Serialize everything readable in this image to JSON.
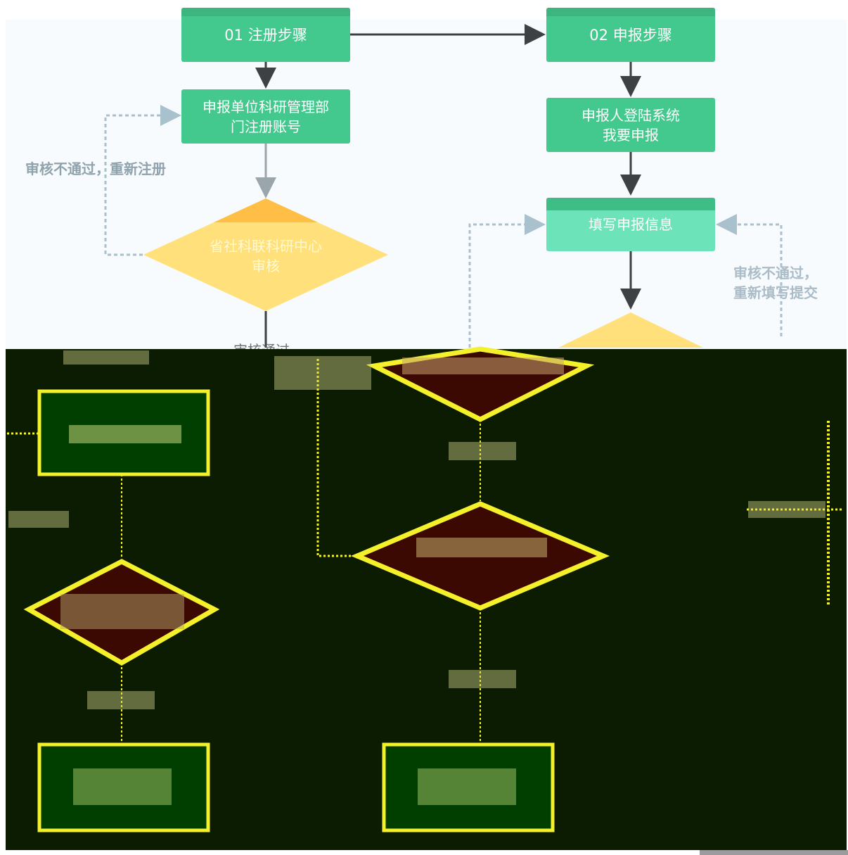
{
  "nodes": {
    "step1": "01 注册步骤",
    "step2": "02 申报步骤",
    "register_account": "申报单位科研管理部\n门注册账号",
    "login": "申报人登陆系统\n我要申报",
    "fill_info": "填写申报信息",
    "review_center": "省社科联科研中心\n审核"
  },
  "labels": {
    "reject_register": "审核不通过，重新注册",
    "reject_fill": "审核不通过，\n重新填写提交",
    "passed": "审核通过"
  },
  "colors": {
    "green": "#43c98d",
    "light_green": "#6ce3b8",
    "diamond": "#ffe07a",
    "diamond_top": "#ffbe45",
    "arrow": "#3d4143",
    "dashed": "#a9c1cc",
    "dark_bg": "#0b1c03",
    "dark_box": "#003f00",
    "dark_diamond": "#3c0802",
    "glitch_yellow": "#f4f12a"
  }
}
